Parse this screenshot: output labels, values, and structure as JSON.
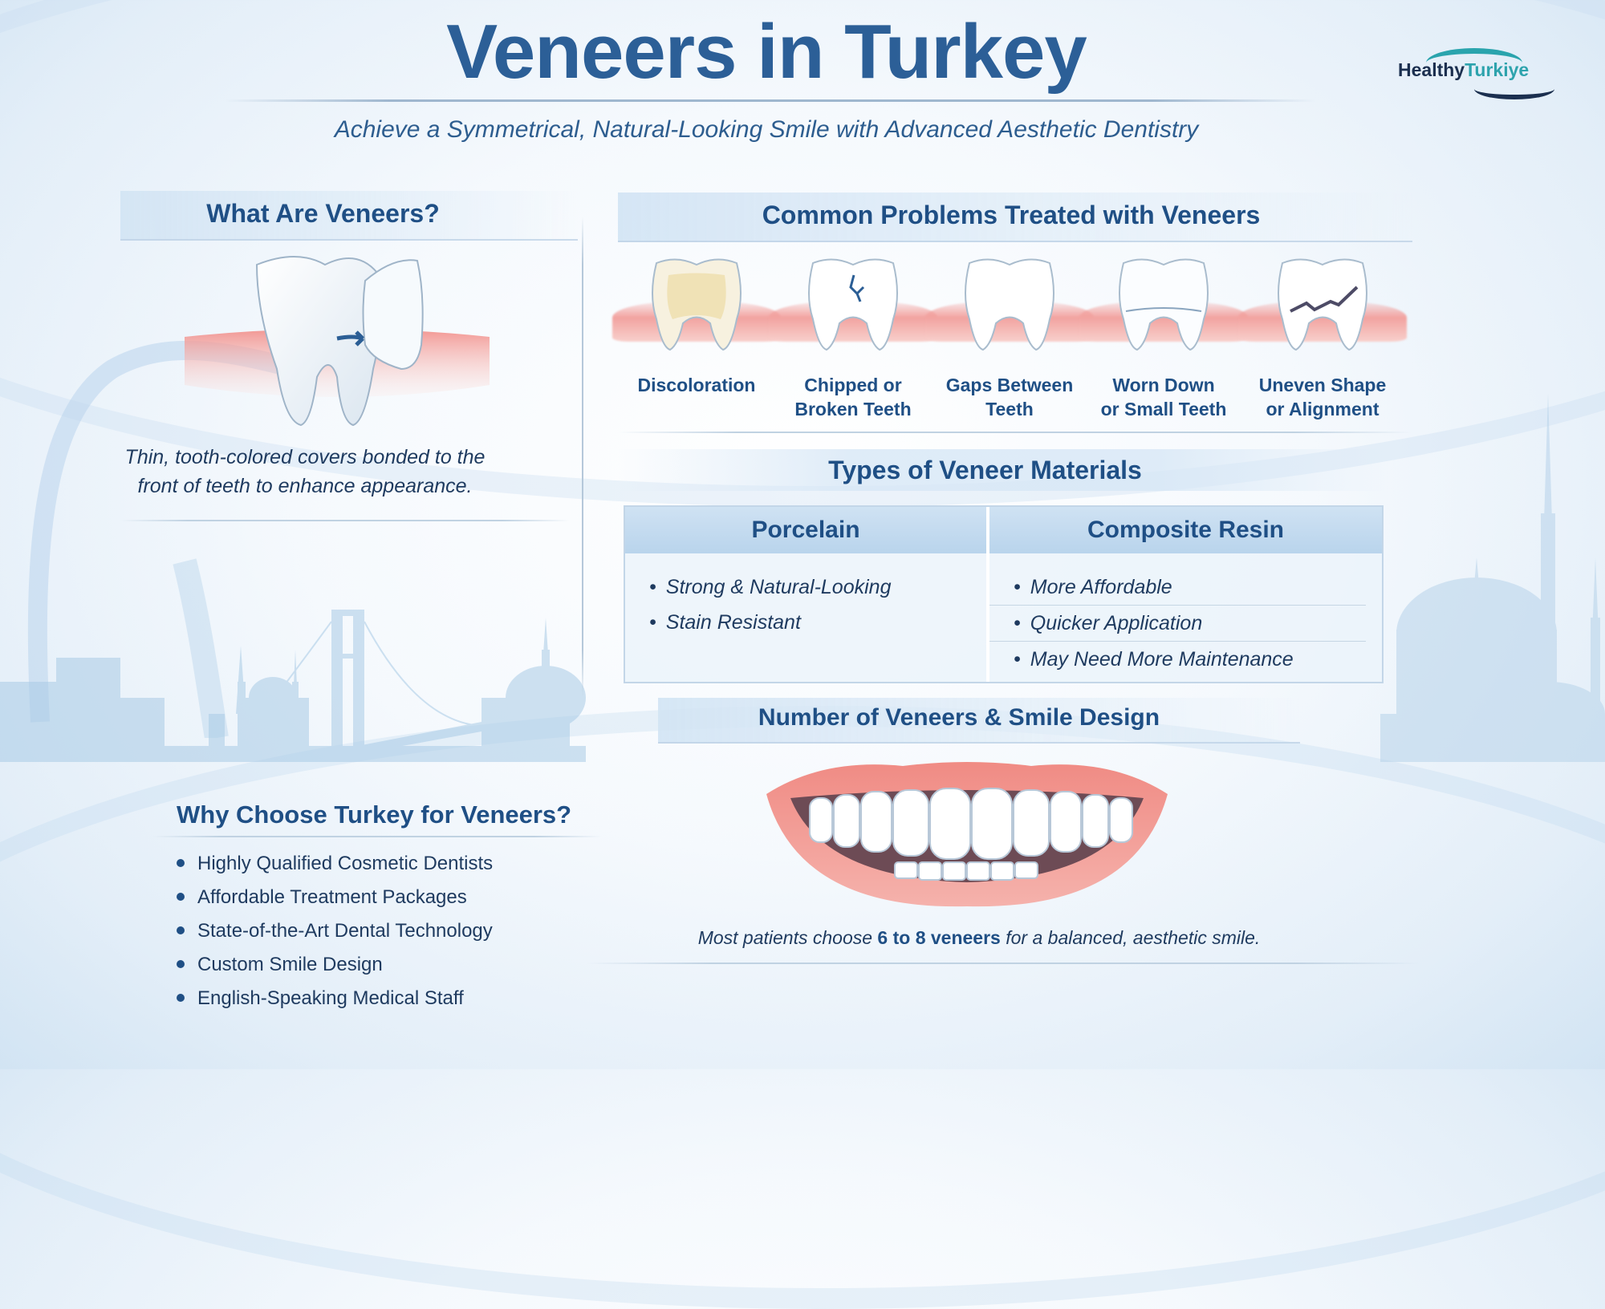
{
  "header": {
    "title": "Veneers in Turkey",
    "subtitle": "Achieve a Symmetrical, Natural-Looking Smile with Advanced Aesthetic Dentistry"
  },
  "logo": {
    "part1": "Healthy",
    "part2": "Turkiye",
    "colors": {
      "dark": "#1b2f4f",
      "teal": "#2ea3ad"
    }
  },
  "what_are_veneers": {
    "title": "What Are Veneers?",
    "description_line1": "Thin, tooth-colored covers bonded to the",
    "description_line2": "front of teeth to enhance appearance.",
    "illustration": "tooth-with-veneer-icon"
  },
  "common_problems": {
    "title": "Common Problems Treated with Veneers",
    "items": [
      {
        "line1": "Discoloration",
        "line2": "",
        "icon": "discolored-tooth-icon"
      },
      {
        "line1": "Chipped or",
        "line2": "Broken Teeth",
        "icon": "chipped-tooth-icon"
      },
      {
        "line1": "Gaps Between",
        "line2": "Teeth",
        "icon": "gapped-tooth-icon"
      },
      {
        "line1": "Worn Down",
        "line2": "or Small Teeth",
        "icon": "worn-tooth-icon"
      },
      {
        "line1": "Uneven Shape",
        "line2": "or Alignment",
        "icon": "cracked-tooth-icon"
      }
    ]
  },
  "materials": {
    "title": "Types of Veneer Materials",
    "columns": [
      {
        "name": "Porcelain",
        "items": [
          "Strong & Natural-Looking",
          "Stain Resistant"
        ]
      },
      {
        "name": "Composite Resin",
        "items": [
          "More Affordable",
          "Quicker Application",
          "May Need More Maintenance"
        ]
      }
    ],
    "bullet": "•"
  },
  "smile_design": {
    "title": "Number of Veneers & Smile Design",
    "caption_pre": "Most patients choose ",
    "caption_bold": "6 to 8 veneers",
    "caption_post": " for a balanced, aesthetic smile.",
    "illustration": "smile-teeth-icon"
  },
  "why_turkey": {
    "title": "Why Choose Turkey for Veneers?",
    "items": [
      "Highly Qualified Cosmetic Dentists",
      "Affordable Treatment Packages",
      "State-of-the-Art Dental Technology",
      "Custom Smile Design",
      "English-Speaking Medical Staff"
    ]
  },
  "colors": {
    "title": "#2c5f97",
    "heading": "#1f4f85",
    "body_text": "#1e3a5f",
    "gum": "#f2a3a0",
    "background": "#eaf2fa"
  }
}
